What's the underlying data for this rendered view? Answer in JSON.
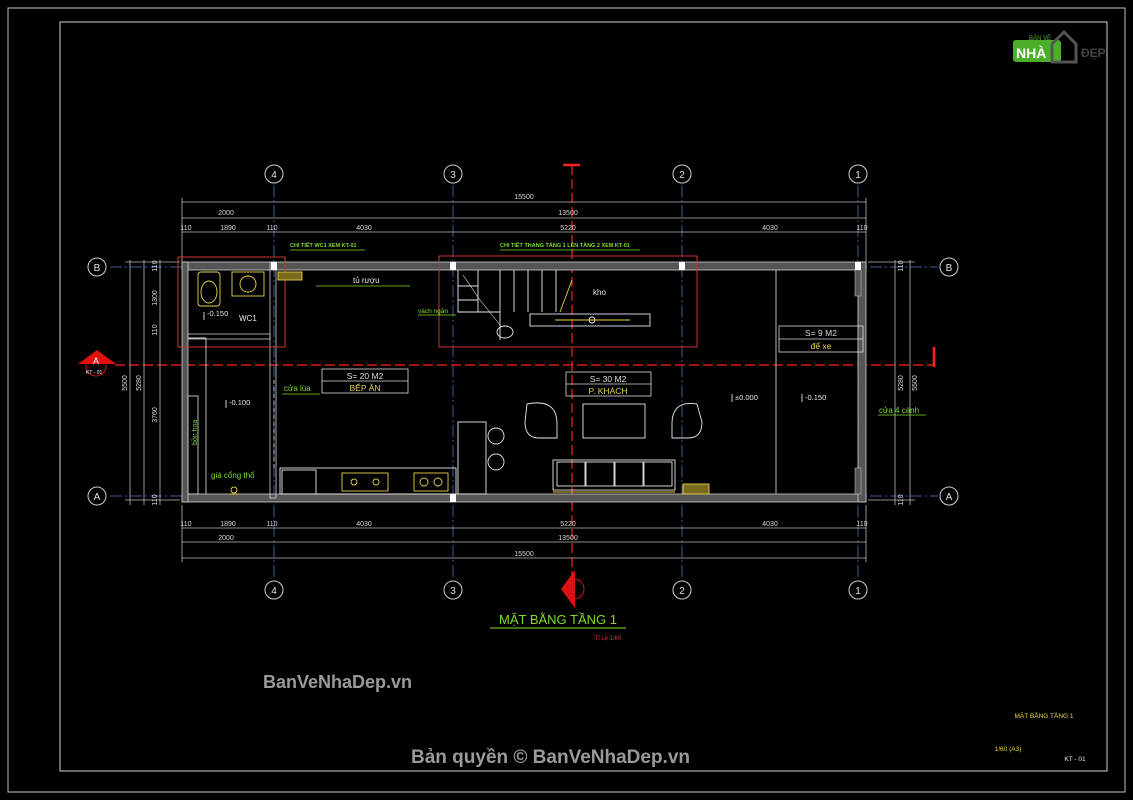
{
  "logo": {
    "top_text": "BẢN VẼ",
    "brand_left": "NHÀ",
    "brand_right": "ĐẸP"
  },
  "drawing": {
    "title": "MẶT BẰNG TẦNG 1",
    "scale_note": "Tỉ Lệ 1/60",
    "sheet_name": "MẶT BẰNG TẦNG 1",
    "sheet_scale": "1/60  (A3)",
    "sheet_code": "KT - 01"
  },
  "axes": {
    "vertical": [
      "4",
      "3",
      "2",
      "1"
    ],
    "horizontal": [
      "B",
      "A"
    ]
  },
  "dimensions": {
    "total": "15500",
    "sub_total": "13500",
    "left_segment": "2000",
    "segments": [
      "110",
      "1890",
      "110",
      "4030",
      "5220",
      "4030",
      "110"
    ],
    "left_total": "5500",
    "left_inner": "5280",
    "left_parts": [
      "110",
      "1300",
      "110",
      "3760",
      "110"
    ],
    "right_parts": [
      "110",
      "5280",
      "5500"
    ]
  },
  "section": {
    "marker_letter": "A",
    "marker_code": "KT - 01"
  },
  "rooms": [
    {
      "area": "S= 20 M2",
      "name": "BẾP ĂN"
    },
    {
      "area": "S= 30 M2",
      "name": "P. KHÁCH"
    },
    {
      "area": "S= 9 M2",
      "name": "để xe"
    }
  ],
  "labels": {
    "detail_wc": "CHI TIẾT WC1 XEM KT-01",
    "detail_stair": "CHI TIẾT THANG TẦNG 1 LÊN TẦNG 2 XEM KT-01",
    "wine_cabinet": "tủ rượu",
    "storage": "kho",
    "partition": "vách ngăn",
    "wc": "WC1",
    "flower_box": "bồn hoa",
    "sliding_door": "cửa lùa",
    "shoe_rack": "giá cổng thổ",
    "door4": "cửa 4 cánh"
  },
  "levels": [
    "-0.150",
    "-0.100",
    "±0.000",
    "-0.150"
  ],
  "watermark": {
    "site": "BanVeNhaDep.vn",
    "copyright": "Bản quyền © BanVeNhaDep.vn"
  }
}
